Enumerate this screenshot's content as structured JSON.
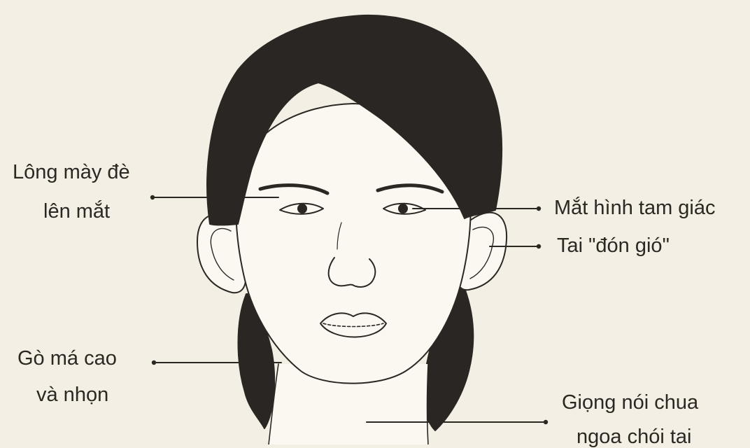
{
  "colors": {
    "paper": "#f4efe4",
    "ink": "#2b2824",
    "hair": "#2a2623",
    "skin": "#fbf8f1"
  },
  "annotations": {
    "eyebrows": {
      "line1": "Lông mày đè",
      "line2": "lên mắt"
    },
    "eyes": {
      "text": "Mắt hình tam giác"
    },
    "ears": {
      "text": "Tai \"đón gió\""
    },
    "cheekbones": {
      "line1": "Gò má cao",
      "line2": "và nhọn"
    },
    "voice": {
      "line1": "Giọng nói chua",
      "line2": "ngoa chói tai"
    }
  }
}
